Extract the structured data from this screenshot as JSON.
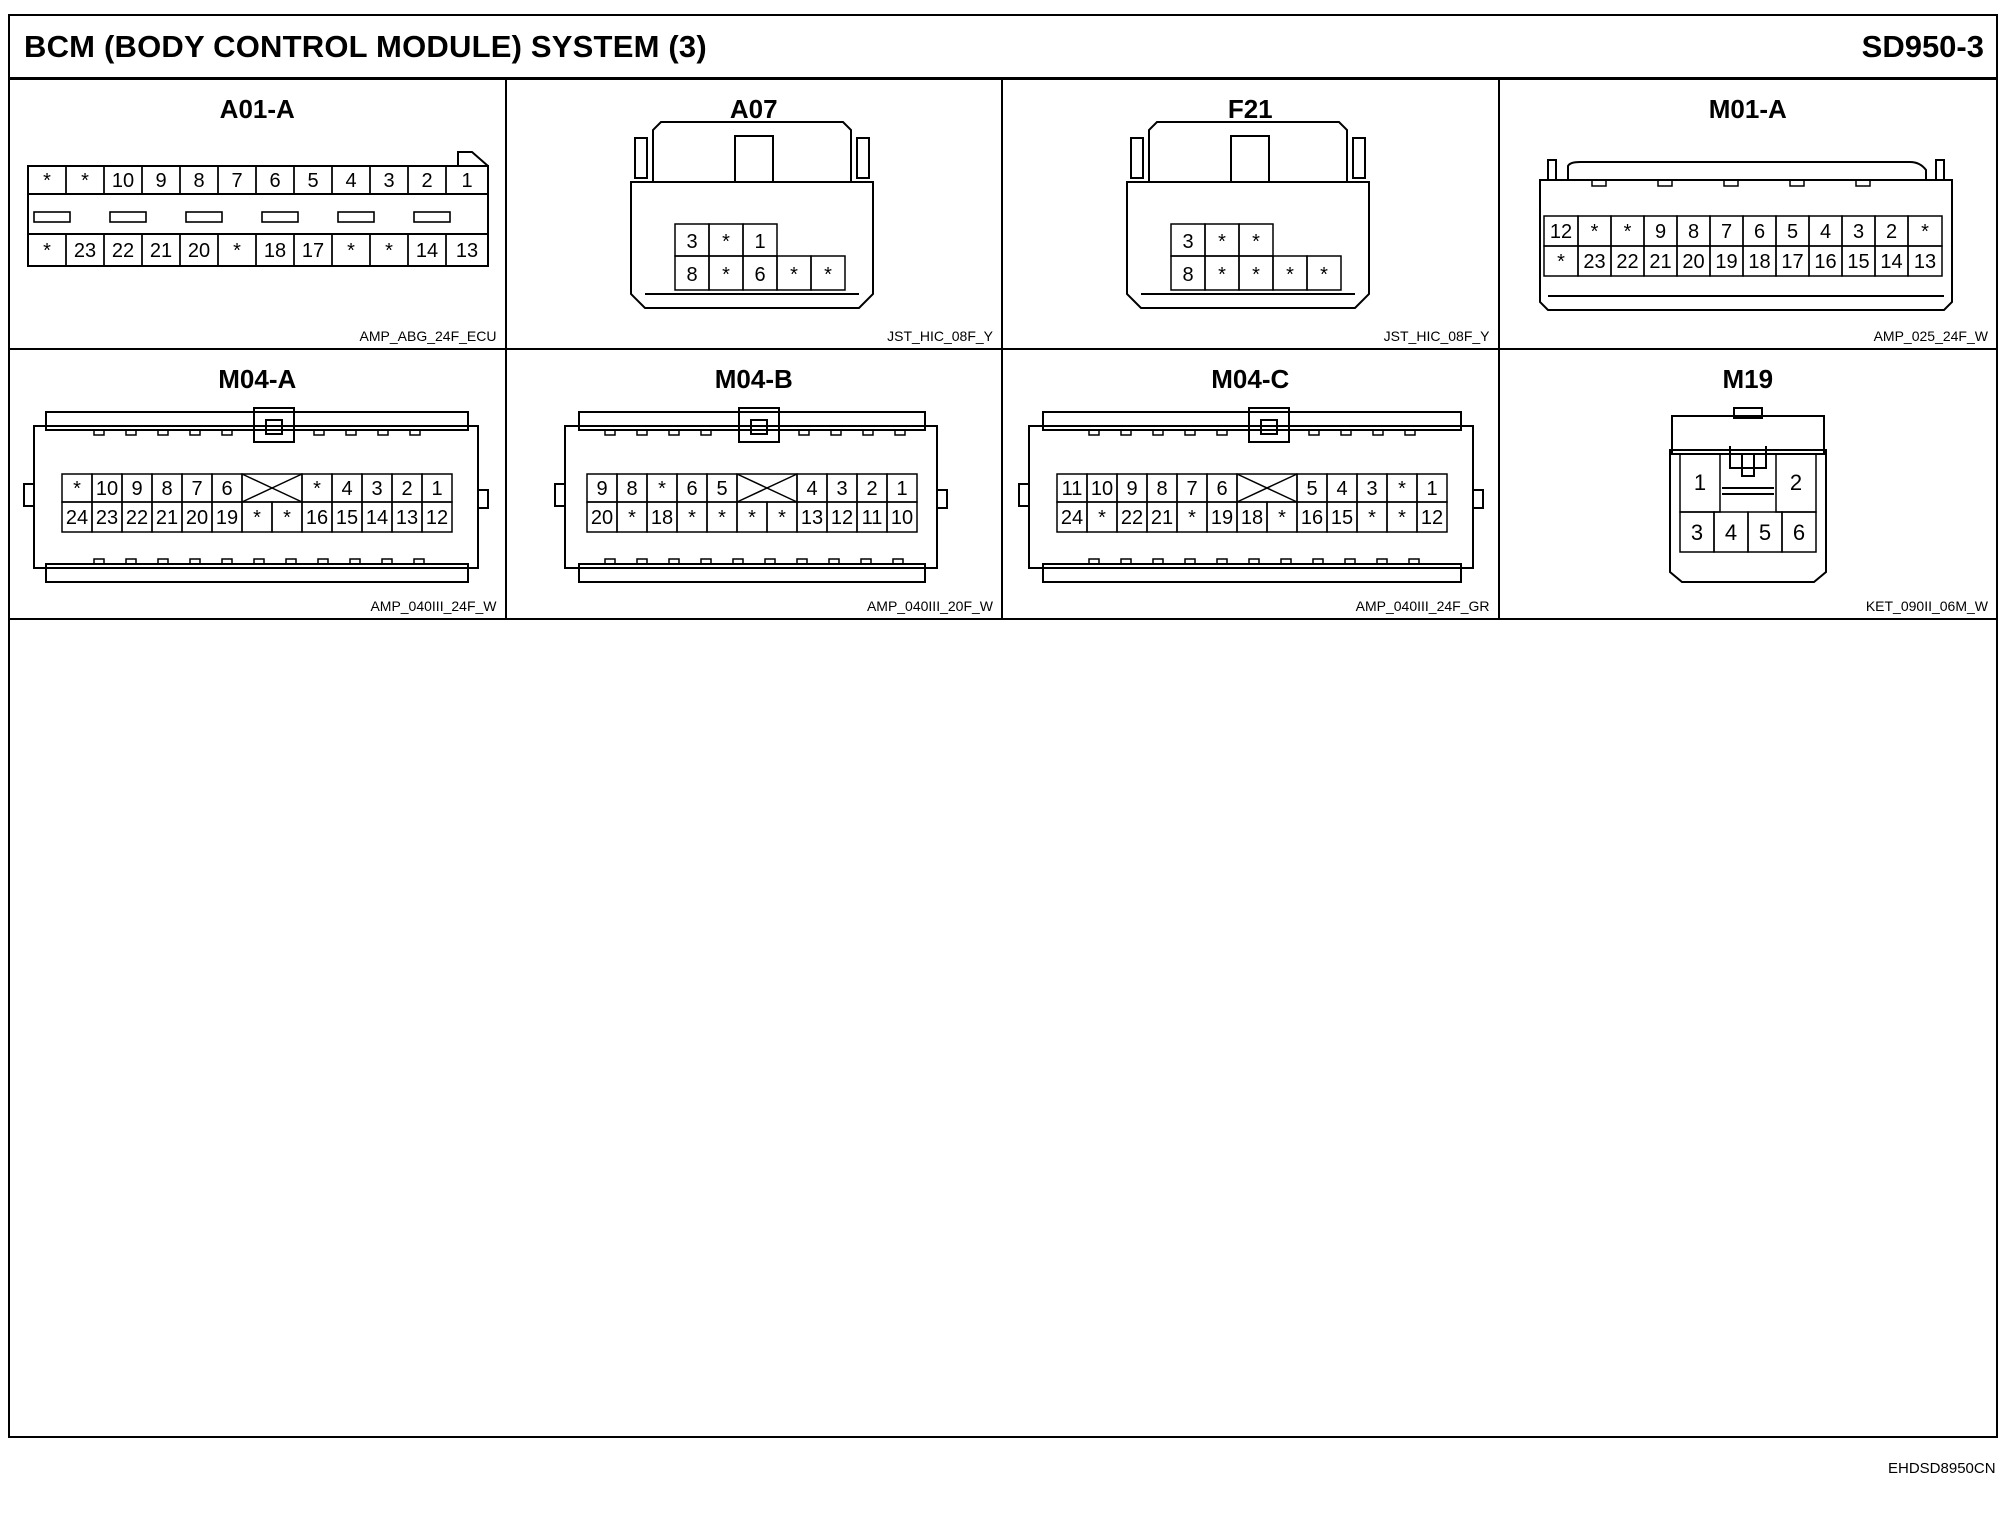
{
  "header": {
    "title": "BCM (BODY CONTROL MODULE) SYSTEM (3)",
    "code": "SD950-3"
  },
  "doc_id": "EHDSD8950CN",
  "connectors": [
    {
      "id": "a01a",
      "name": "A01-A",
      "code": "AMP_ABG_24F_ECU",
      "rows": [
        [
          "*",
          "*",
          "10",
          "9",
          "8",
          "7",
          "6",
          "5",
          "4",
          "3",
          "2",
          "1"
        ],
        [
          "*",
          "23",
          "22",
          "21",
          "20",
          "*",
          "18",
          "17",
          "*",
          "*",
          "14",
          "13"
        ]
      ]
    },
    {
      "id": "a07",
      "name": "A07",
      "code": "JST_HIC_08F_Y",
      "rows": [
        [
          "3",
          "*",
          "1"
        ],
        [
          "8",
          "*",
          "6",
          "*",
          "*"
        ]
      ]
    },
    {
      "id": "f21",
      "name": "F21",
      "code": "JST_HIC_08F_Y",
      "rows": [
        [
          "3",
          "*",
          "*"
        ],
        [
          "8",
          "*",
          "*",
          "*",
          "*"
        ]
      ]
    },
    {
      "id": "m01a",
      "name": "M01-A",
      "code": "AMP_025_24F_W",
      "rows": [
        [
          "12",
          "*",
          "*",
          "9",
          "8",
          "7",
          "6",
          "5",
          "4",
          "3",
          "2",
          "*"
        ],
        [
          "*",
          "23",
          "22",
          "21",
          "20",
          "19",
          "18",
          "17",
          "16",
          "15",
          "14",
          "13"
        ]
      ]
    },
    {
      "id": "m04a",
      "name": "M04-A",
      "code": "AMP_040III_24F_W",
      "rows": [
        [
          "*",
          "10",
          "9",
          "8",
          "7",
          "6",
          "",
          "*",
          "4",
          "3",
          "2",
          "1"
        ],
        [
          "24",
          "23",
          "22",
          "21",
          "20",
          "19",
          "*",
          "*",
          "16",
          "15",
          "14",
          "13",
          "12"
        ]
      ]
    },
    {
      "id": "m04b",
      "name": "M04-B",
      "code": "AMP_040III_20F_W",
      "rows": [
        [
          "9",
          "8",
          "*",
          "6",
          "5",
          "",
          "4",
          "3",
          "2",
          "1"
        ],
        [
          "20",
          "*",
          "18",
          "*",
          "*",
          "*",
          "*",
          "13",
          "12",
          "11",
          "10"
        ]
      ]
    },
    {
      "id": "m04c",
      "name": "M04-C",
      "code": "AMP_040III_24F_GR",
      "rows": [
        [
          "11",
          "10",
          "9",
          "8",
          "7",
          "6",
          "",
          "5",
          "4",
          "3",
          "*",
          "1"
        ],
        [
          "24",
          "*",
          "22",
          "21",
          "*",
          "19",
          "18",
          "*",
          "16",
          "15",
          "*",
          "*",
          "12"
        ]
      ]
    },
    {
      "id": "m19",
      "name": "M19",
      "code": "KET_090II_06M_W",
      "rows": [
        [
          "1",
          "2"
        ],
        [
          "3",
          "4",
          "5",
          "6"
        ]
      ]
    }
  ]
}
